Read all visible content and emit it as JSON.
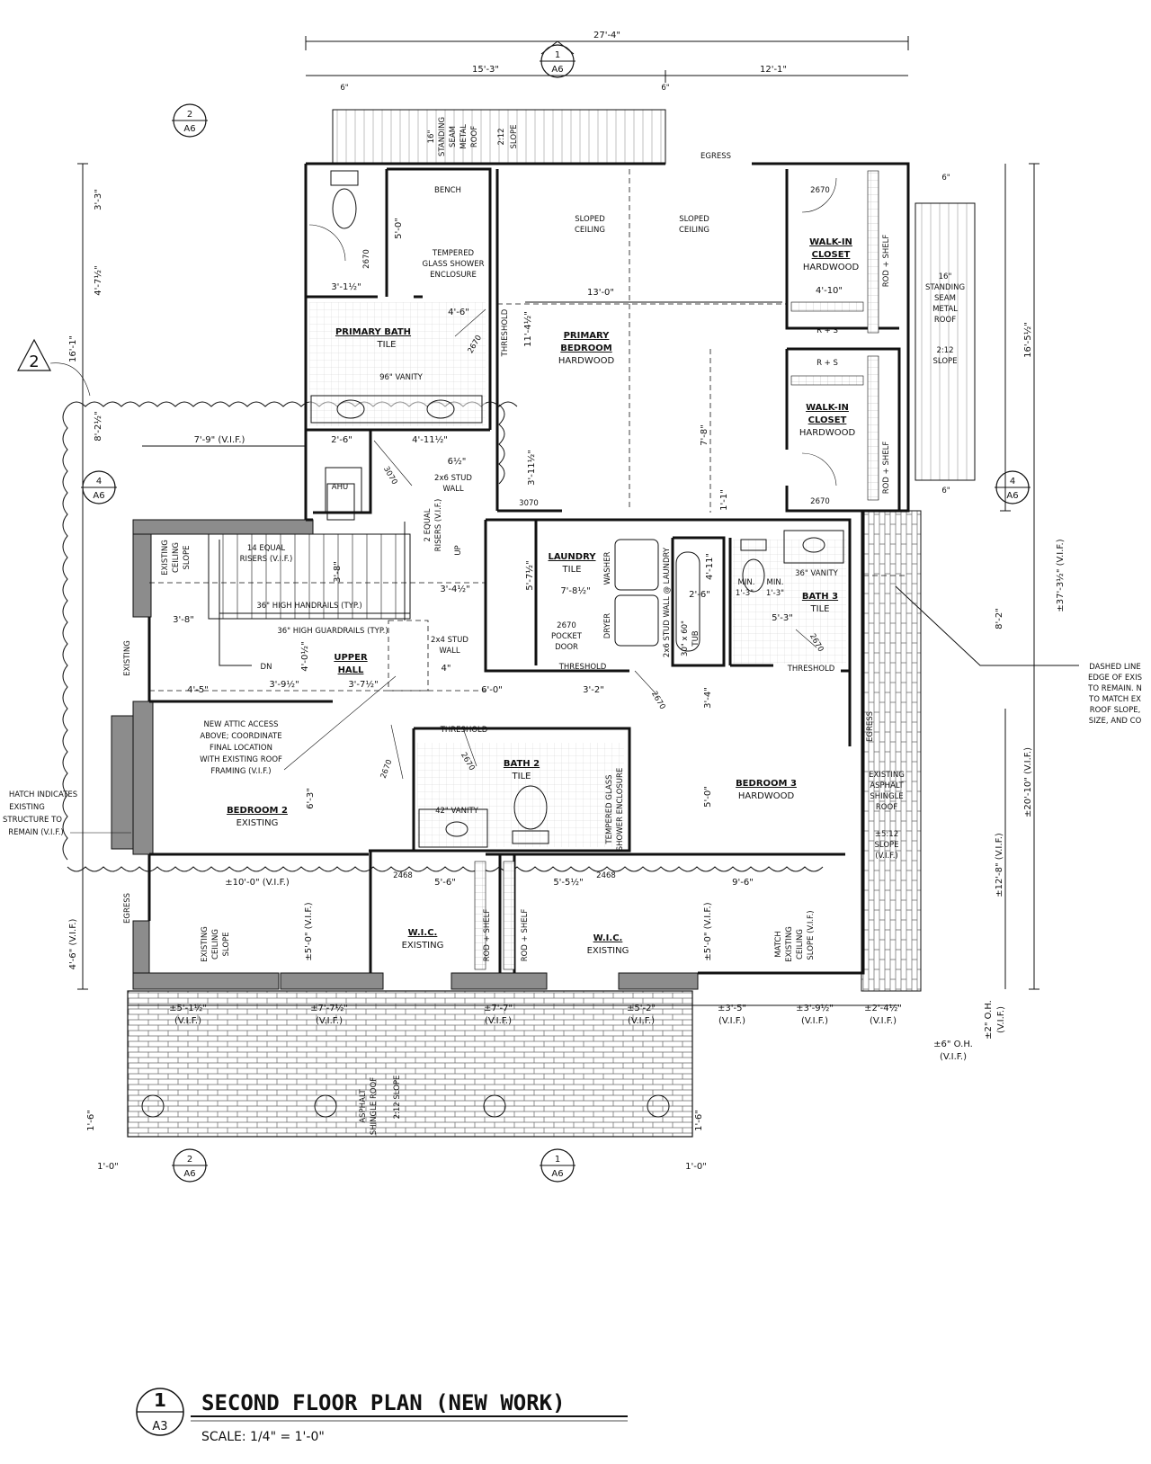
{
  "title": {
    "number": "1",
    "sheet": "A3",
    "text": "SECOND FLOOR PLAN (NEW WORK)",
    "scale": "SCALE: 1/4\" = 1'-0\""
  },
  "section_markers": [
    {
      "id": "sec-top-center",
      "num": "1",
      "sheet": "A6"
    },
    {
      "id": "sec-top-left",
      "num": "2",
      "sheet": "A6"
    },
    {
      "id": "sec-left",
      "num": "4",
      "sheet": "A6"
    },
    {
      "id": "sec-right",
      "num": "4",
      "sheet": "A6"
    },
    {
      "id": "sec-bottom-left",
      "num": "2",
      "sheet": "A6"
    },
    {
      "id": "sec-bottom-center",
      "num": "1",
      "sheet": "A6"
    }
  ],
  "revision_tag": "2",
  "rooms": [
    {
      "id": "primary-bath",
      "name": "PRIMARY BATH",
      "finish": "TILE"
    },
    {
      "id": "primary-bedroom",
      "name": "PRIMARY BEDROOM",
      "finish": "HARDWOOD"
    },
    {
      "id": "walk-in-closet-1",
      "name": "WALK-IN CLOSET",
      "finish": "HARDWOOD"
    },
    {
      "id": "walk-in-closet-2",
      "name": "WALK-IN CLOSET",
      "finish": "HARDWOOD"
    },
    {
      "id": "laundry",
      "name": "LAUNDRY",
      "finish": "TILE"
    },
    {
      "id": "bath-3",
      "name": "BATH 3",
      "finish": "TILE"
    },
    {
      "id": "upper-hall",
      "name": "UPPER HALL",
      "finish": ""
    },
    {
      "id": "bath-2",
      "name": "BATH 2",
      "finish": "TILE"
    },
    {
      "id": "bedroom-3",
      "name": "BEDROOM 3",
      "finish": "HARDWOOD"
    },
    {
      "id": "bedroom-2",
      "name": "BEDROOM 2",
      "finish": "EXISTING"
    },
    {
      "id": "wic-1",
      "name": "W.I.C.",
      "finish": "EXISTING"
    },
    {
      "id": "wic-2",
      "name": "W.I.C.",
      "finish": "EXISTING"
    }
  ],
  "labels": {
    "bench": "BENCH",
    "shower_primary": [
      "TEMPERED",
      "GLASS SHOWER",
      "ENCLOSURE"
    ],
    "vanity_96": "96\" VANITY",
    "vanity_36": "36\" VANITY",
    "vanity_42": "42\" VANITY",
    "sloped_ceiling_l": [
      "SLOPED",
      "CEILING"
    ],
    "sloped_ceiling_r": [
      "SLOPED",
      "CEILING"
    ],
    "egress_top": "EGRESS",
    "threshold": "THRESHOLD",
    "ahu": "AHU",
    "stud_2x6": [
      "2x6 STUD",
      "WALL"
    ],
    "stud_2x4": [
      "2x4 STUD",
      "WALL"
    ],
    "risers_14": [
      "14 EQUAL",
      "RISERS (V.I.F.)"
    ],
    "risers_2": [
      "2 EQUAL",
      "RISERS (V.I.F.)"
    ],
    "up": "UP",
    "dn": "DN",
    "handrails": "36\" HIGH HANDRAILS (TYP.)",
    "guardrails": "36\" HIGH GUARDRAILS (TYP.)",
    "existing_slope": [
      "EXISTING",
      "CEILING",
      "SLOPE"
    ],
    "existing": "EXISTING",
    "washer": "WASHER",
    "dryer": "DRYER",
    "pocket_door": [
      "2670",
      "POCKET",
      "DOOR"
    ],
    "tub": [
      "30\" x 60\"",
      "TUB"
    ],
    "laundry_wall": "2x6 STUD WALL @ LAUNDRY",
    "min": "MIN.",
    "attic": [
      "NEW ATTIC ACCESS",
      "ABOVE; COORDINATE",
      "FINAL LOCATION",
      "WITH EXISTING ROOF",
      "FRAMING (V.I.F.)"
    ],
    "shower_bath2": [
      "TEMPERED GLASS",
      "SHOWER ENCLOSURE"
    ],
    "hatch_note": [
      "HATCH INDICATES",
      "EXISTING",
      "STRUCTURE TO",
      "REMAIN (V.I.F.)"
    ],
    "shingle_roof_right": [
      "EXISTING",
      "ASPHALT",
      "SHINGLE",
      "ROOF"
    ],
    "slope_512": [
      "±5:12",
      "SLOPE",
      "(V.I.F.)"
    ],
    "match_slope": [
      "MATCH",
      "EXISTING",
      "CEILING",
      "SLOPE (V.I.F.)"
    ],
    "rod_shelf": "ROD + SHELF",
    "r_s": "R + S",
    "metal_roof_top": [
      "16\"",
      "STANDING",
      "SEAM",
      "METAL",
      "ROOF"
    ],
    "slope_212_top": [
      "2:12",
      "SLOPE"
    ],
    "metal_roof_right": [
      "16\"",
      "STANDING",
      "SEAM",
      "METAL",
      "ROOF"
    ],
    "slope_212_right": [
      "2:12",
      "SLOPE"
    ],
    "asphalt_bottom": [
      "ASPHALT",
      "SHINGLE ROOF",
      "2:12 SLOPE"
    ],
    "dashed_note": [
      "DASHED LINE",
      "EDGE OF EXIS",
      "TO REMAIN. N",
      "TO MATCH EX",
      "ROOF SLOPE,",
      "SIZE, AND CO"
    ],
    "door_2670": "2670",
    "door_3070": "3070",
    "door_2468": "2468",
    "egress": "EGRESS"
  },
  "dimensions": {
    "overall_top": "27'-4\"",
    "top_left": "15'-3\"",
    "top_right": "12'-1\"",
    "six_in": "6\"",
    "left_3_3": "3'-3\"",
    "left_4_7": "4'-7½\"",
    "left_16_1": "16'-1\"",
    "left_8_2": "8'-2½\"",
    "left_4_6": "4'-6\" (V.I.F.)",
    "right_16_5": "16'-5½\"",
    "right_37_3": "±37'-3½\" (V.I.F.)",
    "right_8_2": "8'-2\"",
    "right_20_10": "±20'-10\" (V.I.F.)",
    "right_12_8": "±12'-8\" (V.I.F.)",
    "d_5_0": "5'-0\"",
    "d_3_1": "3'-1½\"",
    "d_4_6": "4'-6\"",
    "d_13_0": "13'-0\"",
    "d_11_4": "11'-4½\"",
    "d_4_10": "4'-10\"",
    "d_7_8": "7'-8\"",
    "d_7_9": "7'-9\" (V.I.F.)",
    "d_2_6": "2'-6\"",
    "d_4_11": "4'-11½\"",
    "d_6_half": "6½\"",
    "d_3_11": "3'-11½\"",
    "d_1_1": "1'-1\"",
    "d_3_8a": "3'-8\"",
    "d_3_8b": "3'-8\"",
    "d_3_4": "3'-4½\"",
    "d_5_7": "5'-7½\"",
    "d_7_8b": "7'-8½\"",
    "d_4_11b": "4'-11\"",
    "d_2_6b": "2'-6\"",
    "d_1_3a": "1'-3\"",
    "d_1_3b": "1'-3\"",
    "d_5_3": "5'-3\"",
    "d_4_0": "4'-0½\"",
    "d_4_5": "4'-5\"",
    "d_3_9": "3'-9½\"",
    "d_3_7": "3'-7½\"",
    "d_6_0": "6'-0\"",
    "d_3_2": "3'-2\"",
    "d_4in": "4\"",
    "d_3_4b": "3'-4\"",
    "d_6_3": "6'-3\"",
    "d_5_0b": "5'-0\"",
    "d_10_0": "±10'-0\" (V.I.F.)",
    "d_5_6": "5'-6\"",
    "d_5_5": "5'-5½\"",
    "d_9_6": "9'-6\"",
    "d_5_0c": "±5'-0\" (V.I.F.)",
    "d_5_0d": "±5'-0\" (V.I.F.)",
    "b_5_1": [
      "±5'-1½\"",
      "(V.I.F.)"
    ],
    "b_7_7a": [
      "±7'-7½\"",
      "(V.I.F.)"
    ],
    "b_7_7b": [
      "±7'-7\"",
      "(V.I.F.)"
    ],
    "b_5_2": [
      "±5'-2\"",
      "(V.I.F.)"
    ],
    "b_3_5": [
      "±3'-5\"",
      "(V.I.F.)"
    ],
    "b_3_9": [
      "±3'-9½\"",
      "(V.I.F.)"
    ],
    "b_2_4": [
      "±2'-4½\"",
      "(V.I.F.)"
    ],
    "b_6oh": [
      "±6\" O.H.",
      "(V.I.F.)"
    ],
    "b_2oh": [
      "±2\" O.H.",
      "(V.I.F.)"
    ],
    "b_1_6a": "1'-6\"",
    "b_1_6b": "1'-6\"",
    "b_1_0a": "1'-0\"",
    "b_1_0b": "1'-0\""
  }
}
